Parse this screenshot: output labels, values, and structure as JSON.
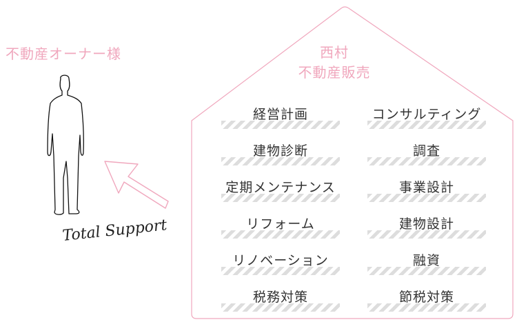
{
  "owner": {
    "label": "不動産オーナー様"
  },
  "company": {
    "line1": "西村",
    "line2": "不動産販売"
  },
  "support": {
    "label": "Total Support"
  },
  "services": {
    "rows": [
      {
        "left": "経営計画",
        "right": "コンサルティング"
      },
      {
        "left": "建物診断",
        "right": "調査"
      },
      {
        "left": "定期メンテナンス",
        "right": "事業設計"
      },
      {
        "left": "リフォーム",
        "right": "建物設計"
      },
      {
        "left": "リノベーション",
        "right": "融資"
      },
      {
        "left": "税務対策",
        "right": "節税対策"
      }
    ]
  },
  "colors": {
    "accent": "#f0a7bd",
    "text": "#333333",
    "stripe": "#dddddd"
  }
}
